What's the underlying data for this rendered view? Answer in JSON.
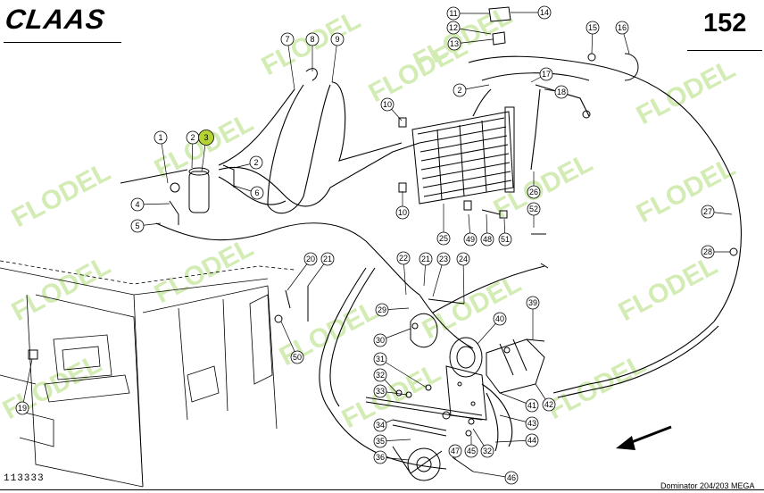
{
  "header": {
    "brand_logo": "CLAAS",
    "page_number": "152"
  },
  "footer": {
    "document_code": "113333",
    "model": "Dominator 204/203 MEGA"
  },
  "watermark": {
    "text": "FLODEL",
    "color": "#d3ecb4"
  },
  "colors": {
    "line": "#000000",
    "highlight_callout": "#b5d334"
  },
  "callouts": [
    {
      "label": "1"
    },
    {
      "label": "2"
    },
    {
      "label": "3",
      "highlighted": true
    },
    {
      "label": "2"
    },
    {
      "label": "4"
    },
    {
      "label": "5"
    },
    {
      "label": "6"
    },
    {
      "label": "7"
    },
    {
      "label": "8"
    },
    {
      "label": "9"
    },
    {
      "label": "10"
    },
    {
      "label": "10"
    },
    {
      "label": "11"
    },
    {
      "label": "12"
    },
    {
      "label": "13"
    },
    {
      "label": "14"
    },
    {
      "label": "15"
    },
    {
      "label": "16"
    },
    {
      "label": "2"
    },
    {
      "label": "17"
    },
    {
      "label": "18"
    },
    {
      "label": "19"
    },
    {
      "label": "20"
    },
    {
      "label": "21"
    },
    {
      "label": "21"
    },
    {
      "label": "22"
    },
    {
      "label": "23"
    },
    {
      "label": "24"
    },
    {
      "label": "25"
    },
    {
      "label": "26"
    },
    {
      "label": "27"
    },
    {
      "label": "28"
    },
    {
      "label": "29"
    },
    {
      "label": "30"
    },
    {
      "label": "31"
    },
    {
      "label": "32"
    },
    {
      "label": "33"
    },
    {
      "label": "34"
    },
    {
      "label": "35"
    },
    {
      "label": "36"
    },
    {
      "label": "39"
    },
    {
      "label": "40"
    },
    {
      "label": "41"
    },
    {
      "label": "42"
    },
    {
      "label": "43"
    },
    {
      "label": "44"
    },
    {
      "label": "45"
    },
    {
      "label": "46"
    },
    {
      "label": "47"
    },
    {
      "label": "32"
    },
    {
      "label": "48"
    },
    {
      "label": "49"
    },
    {
      "label": "50"
    },
    {
      "label": "51"
    },
    {
      "label": "52"
    }
  ]
}
